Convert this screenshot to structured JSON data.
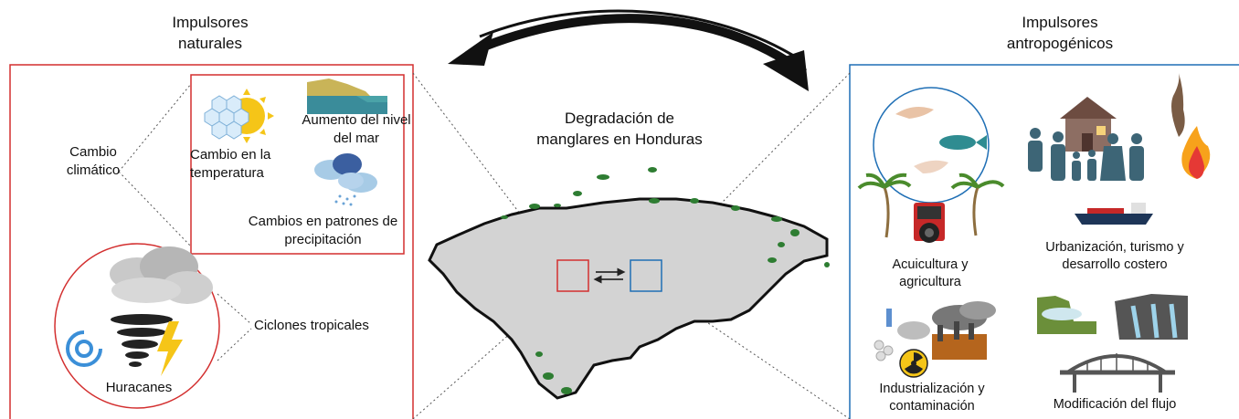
{
  "natural": {
    "title_line1": "Impulsores",
    "title_line2": "naturales",
    "climate_change": [
      "Cambio",
      "climático"
    ],
    "temperature": [
      "Cambio en la",
      "temperatura"
    ],
    "sea_level": [
      "Aumento del nivel",
      "del mar"
    ],
    "precipitation": [
      "Cambios en patrones de",
      "precipitación"
    ],
    "cyclones": "Ciclones tropicales",
    "hurricanes": "Huracanes"
  },
  "center": {
    "title_line1": "Degradación de",
    "title_line2": "manglares en Honduras"
  },
  "anthropogenic": {
    "title_line1": "Impulsores",
    "title_line2": "antropogénicos",
    "aquaculture": [
      "Acuicultura y",
      "agricultura"
    ],
    "urbanization": [
      "Urbanización, turismo y",
      "desarrollo costero"
    ],
    "industrialization": [
      "Industrialización y",
      "contaminación"
    ],
    "flow": "Modificación del flujo"
  },
  "colors": {
    "natural": "#d32f2f",
    "anthropogenic": "#1f6fb5",
    "map_fill": "#d3d3d3",
    "mangrove": "#2e7d32",
    "people": "#3d6576"
  },
  "icons": [
    "sun-icon",
    "snowflake-icon",
    "coast-icon",
    "rain-cloud-icon",
    "hurricane-icon",
    "tornado-icon",
    "lightning-icon",
    "shrimp-icon",
    "fish-icon",
    "palm-tree-icon",
    "tractor-icon",
    "house-icon",
    "family-icon",
    "fire-icon",
    "ship-icon",
    "factory-icon",
    "radiation-icon",
    "dam-icon",
    "bridge-icon",
    "bidirectional-arrow-icon"
  ]
}
